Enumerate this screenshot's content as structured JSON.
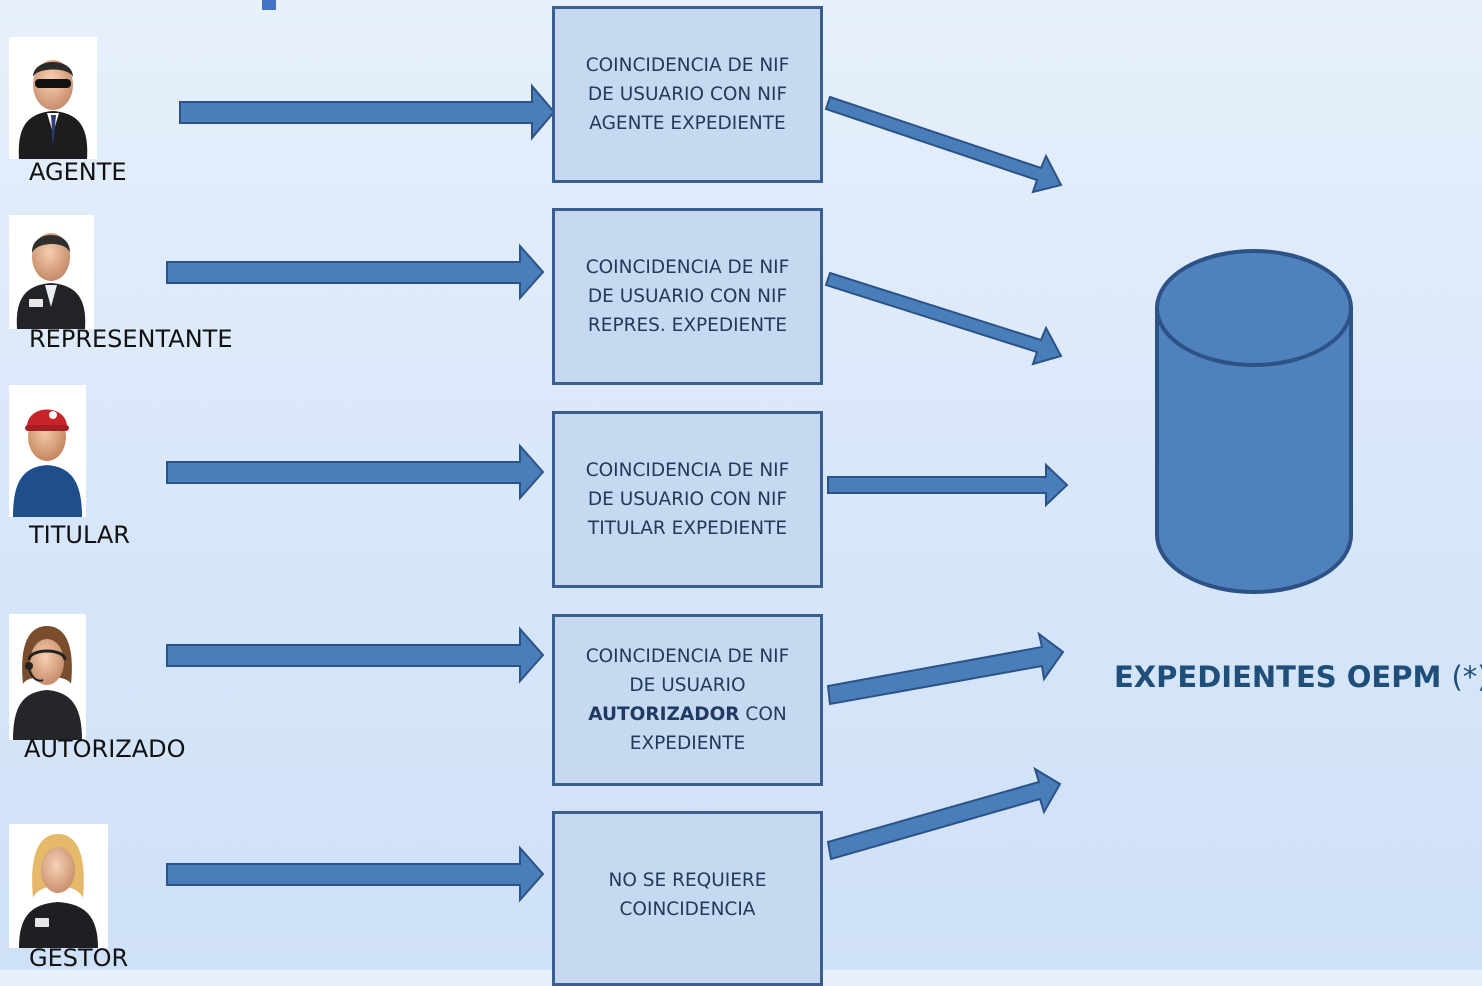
{
  "roles": [
    {
      "id": "agente",
      "label": "AGENTE"
    },
    {
      "id": "representante",
      "label": "REPRESENTANTE"
    },
    {
      "id": "titular",
      "label": "TITULAR"
    },
    {
      "id": "autorizado",
      "label": "AUTORIZADO"
    },
    {
      "id": "gestor",
      "label": "GESTOR"
    }
  ],
  "rules": {
    "agente": [
      "COINCIDENCIA DE NIF",
      "DE USUARIO CON NIF",
      "AGENTE EXPEDIENTE"
    ],
    "representante": [
      "COINCIDENCIA DE NIF",
      "DE USUARIO CON NIF",
      "REPRES. EXPEDIENTE"
    ],
    "titular": [
      "COINCIDENCIA DE NIF",
      "DE USUARIO CON NIF",
      "TITULAR EXPEDIENTE"
    ],
    "autorizado": {
      "line1": "COINCIDENCIA DE NIF",
      "line2": "DE USUARIO",
      "bold": "AUTORIZADOR",
      "after_bold": " CON",
      "line4": "EXPEDIENTE"
    },
    "gestor": [
      "NO SE REQUIERE",
      "COINCIDENCIA"
    ]
  },
  "database": {
    "title": "EXPEDIENTES OEPM",
    "note": "(*)"
  },
  "colors": {
    "arrow_fill": "#4a7ebb",
    "arrow_stroke": "#2c5286",
    "box_fill": "#c6d9f1",
    "box_border": "#3a5f8e",
    "cylinder_fill": "#4f81bd",
    "cylinder_stroke": "#2c5286",
    "title_text": "#1f4e79"
  }
}
